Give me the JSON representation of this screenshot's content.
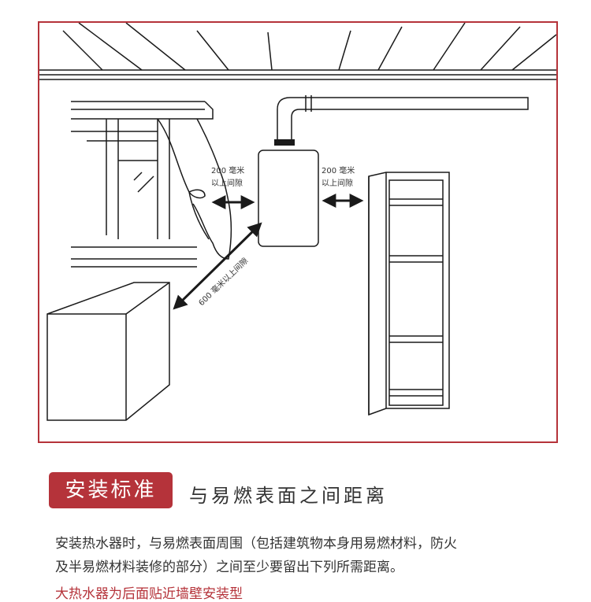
{
  "diagram": {
    "labels": {
      "left_gap_line1": "200 毫米",
      "left_gap_line2": "以上间隙",
      "right_gap_line1": "200 毫米",
      "right_gap_line2": "以上间隙",
      "diagonal_gap": "600 毫米以上间隙"
    },
    "colors": {
      "frame": "#b5333a",
      "line": "#1a1a1a"
    }
  },
  "heading": {
    "badge": "安装标准",
    "subtitle": "与易燃表面之间距离"
  },
  "body": {
    "paragraph_line1": "安装热水器时，与易燃表面周围（包括建筑物本身用易燃材料，防火",
    "paragraph_line2": "及半易燃材料装修的部分）之间至少要留出下列所需距离。",
    "cutoff_line": "大热水器为后面贴近墙壁安装型"
  }
}
